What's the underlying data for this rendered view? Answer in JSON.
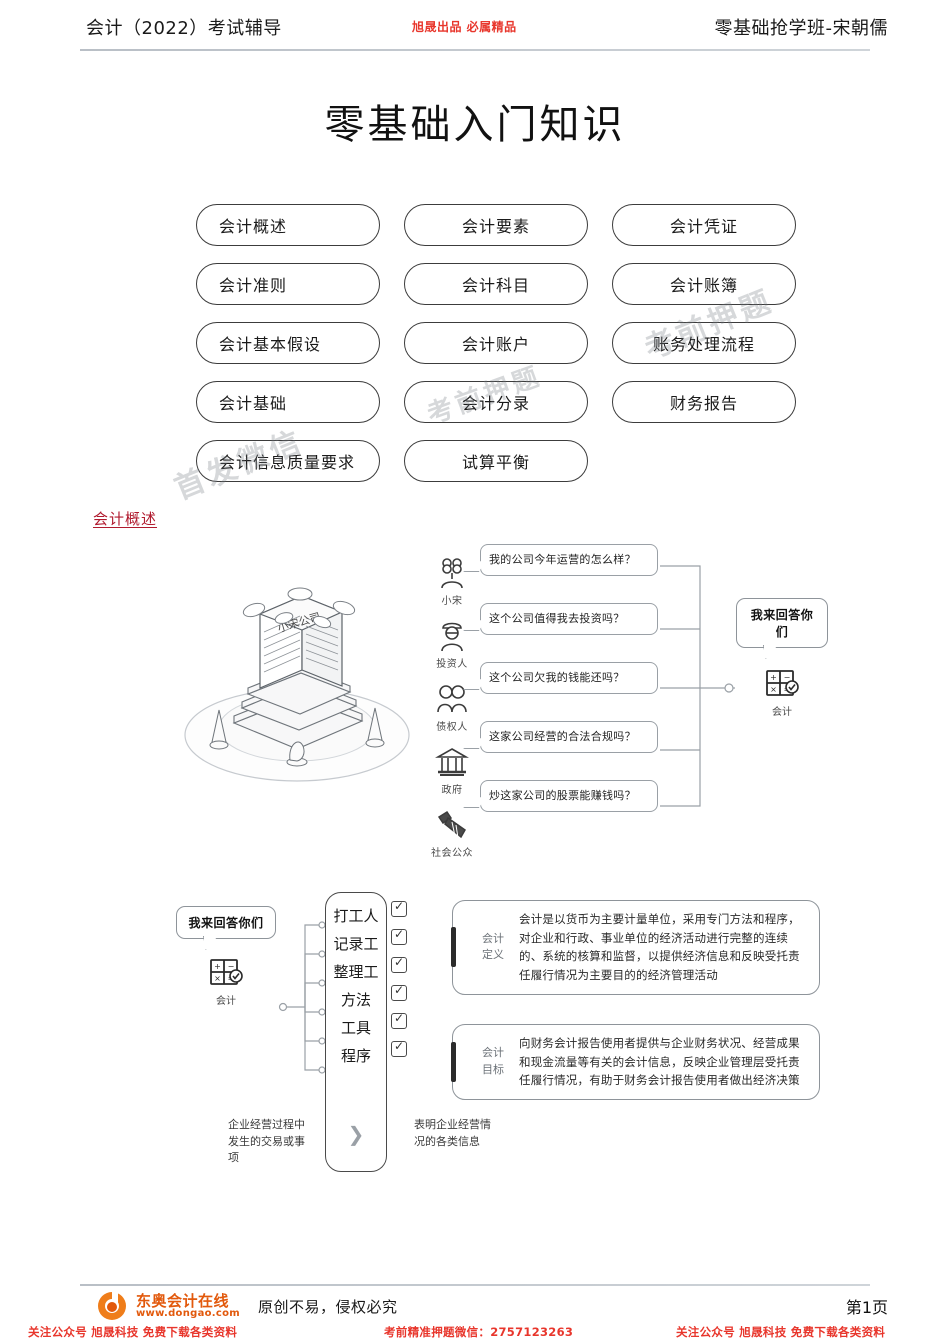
{
  "header": {
    "left_title": "会计（2022）考试辅导",
    "center_watermark": "旭晟出品  必属精品",
    "right_title": "零基础抢学班-宋朝儒"
  },
  "doc": {
    "title": "零基础入门知识",
    "section_heading": "会计概述"
  },
  "topic_grid": {
    "columns": 3,
    "rows": [
      [
        "会计概述",
        "会计要素",
        "会计凭证"
      ],
      [
        "会计准则",
        "会计科目",
        "会计账簿"
      ],
      [
        "会计基本假设",
        "会计账户",
        "账务处理流程"
      ],
      [
        "会计基础",
        "会计分录",
        "财务报告"
      ],
      [
        "会计信息质量要求",
        "试算平衡",
        ""
      ]
    ]
  },
  "diagram_stakeholders": {
    "company_label": "小宋公司",
    "roles": [
      {
        "icon": "person-icon",
        "label": "小宋",
        "question": "我的公司今年运营的怎么样？"
      },
      {
        "icon": "investor-icon",
        "label": "投资人",
        "question": "这个公司值得我去投资吗？"
      },
      {
        "icon": "creditor-icon",
        "label": "债权人",
        "question": "这个公司欠我的钱能还吗？"
      },
      {
        "icon": "government-bank-icon",
        "label": "政府",
        "question": "这家公司经营的合法合规吗？"
      },
      {
        "icon": "public-crowd-icon",
        "label": "社会公众",
        "question": "炒这家公司的股票能赚钱吗？"
      }
    ],
    "answer_node": {
      "bubble": "我来回答你们",
      "icon": "calculator-icon",
      "label": "会计"
    }
  },
  "diagram_accounting_work": {
    "answer_node": {
      "bubble": "我来回答你们",
      "icon": "calculator-icon",
      "label": "会计"
    },
    "checklist": [
      {
        "label": "打工人",
        "checked": true
      },
      {
        "label": "记录工",
        "checked": true
      },
      {
        "label": "整理工",
        "checked": true
      },
      {
        "label": "方法",
        "checked": true
      },
      {
        "label": "工具",
        "checked": true
      },
      {
        "label": "程序",
        "checked": true
      }
    ],
    "chevron_icon": "chevron-double-right-icon",
    "caption_input": "企业经营过程中发生的交易或事项",
    "caption_output": "表明企业经营情况的各类信息",
    "cards": [
      {
        "tag_line1": "会计",
        "tag_line2": "定义",
        "text": "会计是以货币为主要计量单位，采用专门方法和程序，对企业和行政、事业单位的经济活动进行完整的连续的、系统的核算和监督，以提供经济信息和反映受托责任履行情况为主要目的的经济管理活动"
      },
      {
        "tag_line1": "会计",
        "tag_line2": "目标",
        "text": "向财务会计报告使用者提供与企业财务状况、经营成果和现金流量等有关的会计信息，反映企业管理层受托责任履行情况，有助于财务会计报告使用者做出经济决策"
      }
    ]
  },
  "watermarks": {
    "w1": "考前押题",
    "w2": "考前押题",
    "w3": "首发微信"
  },
  "footer": {
    "logo_name": "东奥会计在线",
    "logo_url": "www.dongao.com",
    "slogan": "原创不易，侵权必究",
    "page": "第1页",
    "red_left": "关注公众号 旭晟科技 免费下载各类资料",
    "red_center": "考前精准押题微信：2757123263",
    "red_right": "关注公众号 旭晟科技 免费下载各类资料"
  },
  "colors": {
    "accent_red": "#e8362c",
    "heading_red": "#b01a2e",
    "brand_orange": "#e2590c",
    "line_gray": "#9aa0a6"
  }
}
